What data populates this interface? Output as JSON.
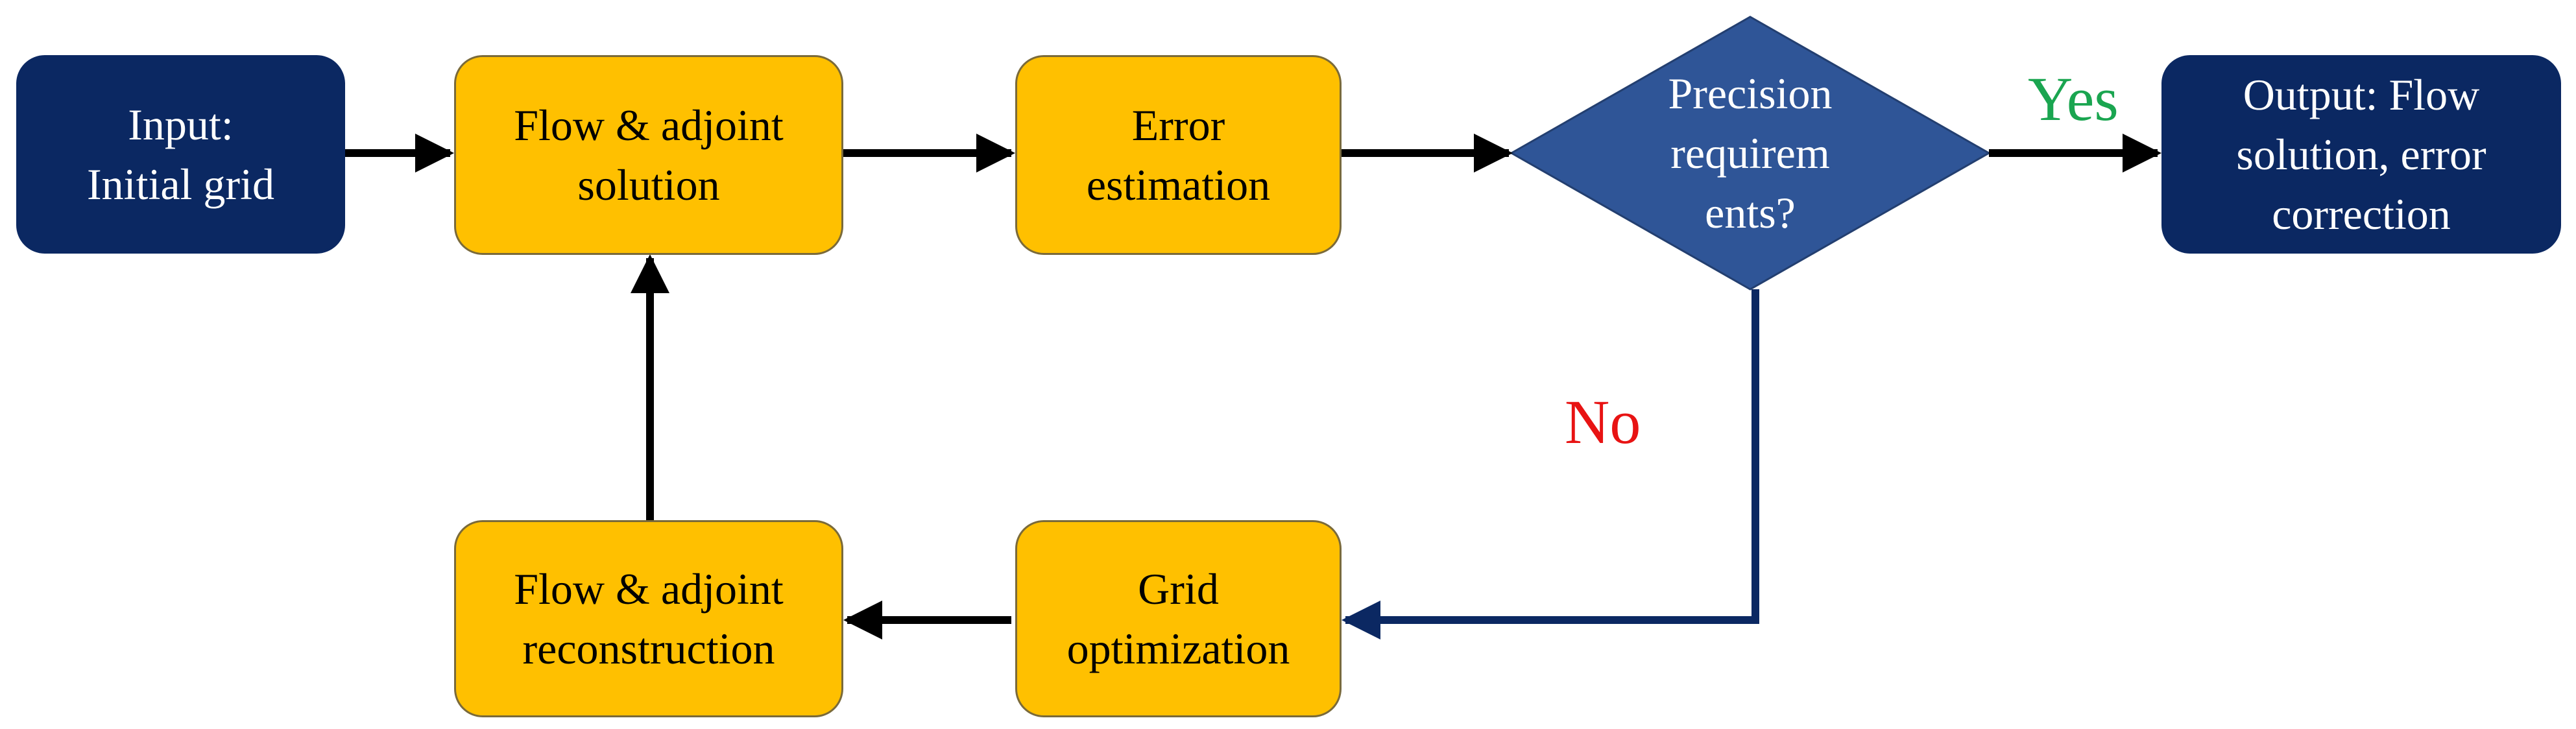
{
  "diagram": {
    "nodes": {
      "input": {
        "lines": [
          "Input:",
          "Initial grid"
        ]
      },
      "flow_adjoint_solution": {
        "lines": [
          "Flow & adjoint",
          "solution"
        ]
      },
      "error_estimation": {
        "lines": [
          "Error",
          "estimation"
        ]
      },
      "precision_check": {
        "lines": [
          "Precision",
          "requirem",
          "ents?"
        ]
      },
      "output": {
        "lines": [
          "Output: Flow",
          "solution, error",
          "correction"
        ]
      },
      "grid_optimization": {
        "lines": [
          "Grid",
          "optimization"
        ]
      },
      "flow_adjoint_reconstruction": {
        "lines": [
          "Flow & adjoint",
          "reconstruction"
        ]
      }
    },
    "edges": {
      "yes_label": "Yes",
      "no_label": "No"
    },
    "colors": {
      "io_fill": "#0b2862",
      "process_fill": "#ffc000",
      "decision_fill": "#2f5597",
      "arrow": "#000000",
      "no_branch_arrow": "#0b2862",
      "yes_text": "#1aa550",
      "no_text": "#e81313"
    }
  }
}
